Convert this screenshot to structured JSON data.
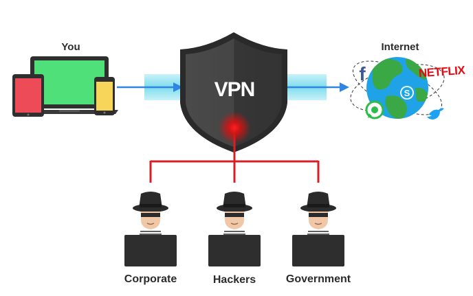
{
  "labels": {
    "you": "You",
    "internet": "Internet",
    "vpn": "VPN"
  },
  "observers": [
    {
      "label": "Corporate"
    },
    {
      "label": "Hackers"
    },
    {
      "label": "Government"
    }
  ],
  "brands": {
    "netflix": "NETFLIX",
    "facebook": "f"
  },
  "colors": {
    "shield": "#3d3d3d",
    "shield_edge": "#2a2a2a",
    "tunnel": "#8fe3f0",
    "arrow": "#2f86e0",
    "leak_lines": "#d81f26",
    "globe_water": "#1fa3e6",
    "globe_land": "#3aa845",
    "netflix": "#e50914",
    "laptop_screen": "#4fe079",
    "tablet_screen": "#ee4b58",
    "phone_screen": "#f7d55a"
  },
  "icons": [
    "laptop-icon",
    "tablet-icon",
    "phone-icon",
    "shield-icon",
    "globe-icon",
    "facebook-icon",
    "whatsapp-icon",
    "skype-icon",
    "twitter-icon",
    "netflix-logo",
    "spy-icon"
  ]
}
